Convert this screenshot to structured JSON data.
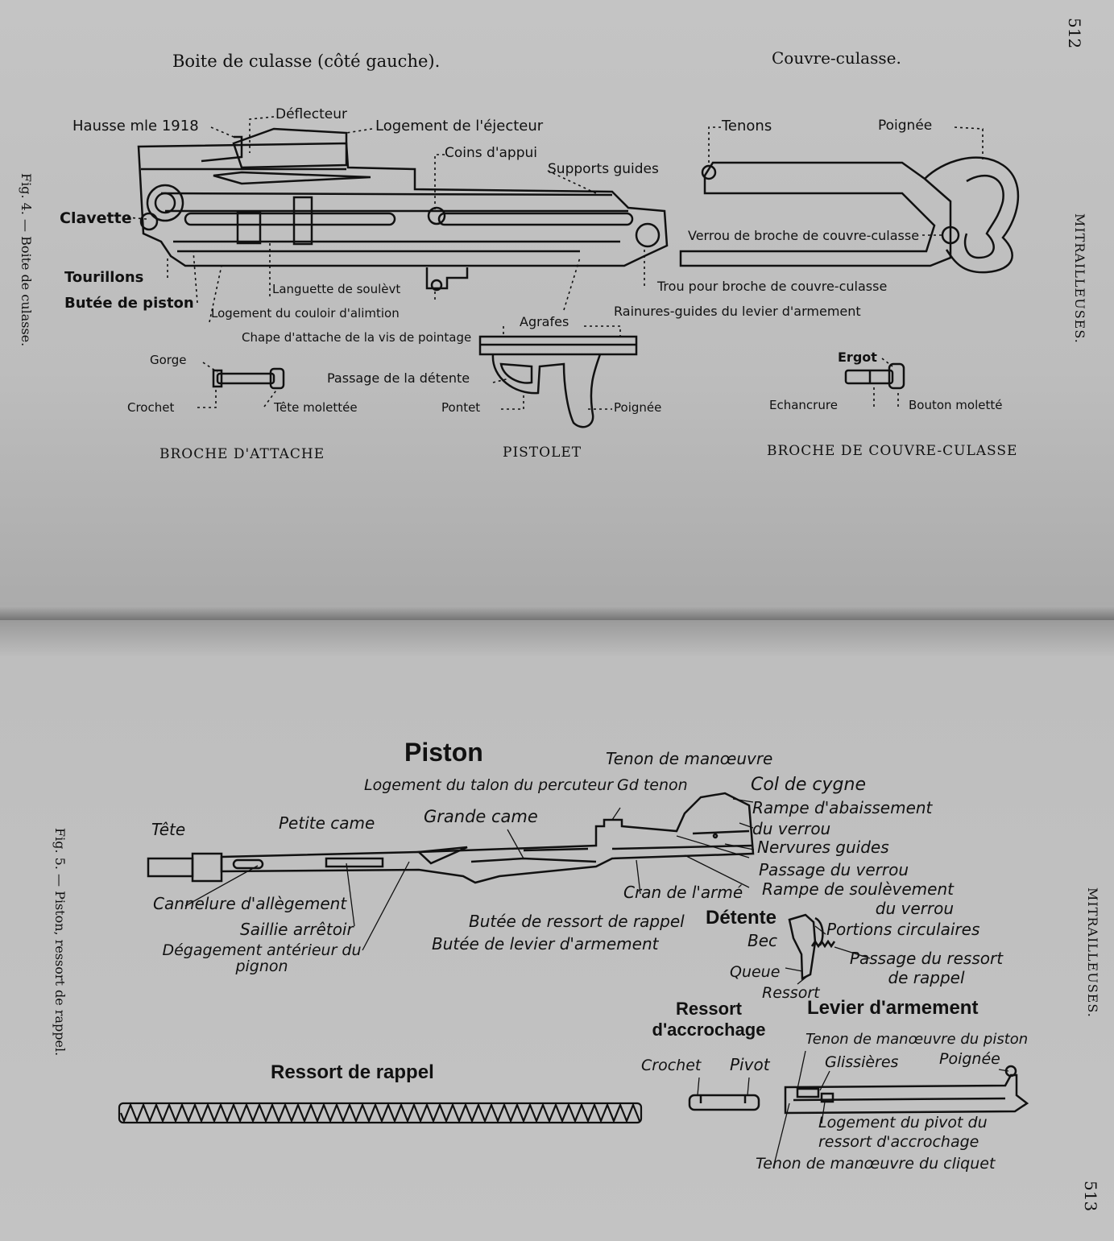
{
  "top": {
    "page_number": "512",
    "running_head": "MITRAILLEUSES.",
    "figure_caption": "Fig. 4. — Boite de culasse.",
    "titles": {
      "receiver": "Boite de culasse (côté gauche).",
      "cover": "Couvre-culasse.",
      "broche_attache": "BROCHE D'ATTACHE",
      "pistolet": "PISTOLET",
      "broche_couvre": "BROCHE DE COUVRE-CULASSE"
    },
    "labels": {
      "hausse": "Hausse mle 1918",
      "deflecteur": "Déflecteur",
      "logement_ejecteur": "Logement de l'éjecteur",
      "coins_appui": "Coins d'appui",
      "supports_guides": "Supports guides",
      "clavette": "Clavette",
      "tourillons": "Tourillons",
      "butee_piston": "Butée de piston",
      "languette": "Languette de soulèvt",
      "logement_couloir": "Logement du couloir d'alimtion",
      "chape": "Chape d'attache de la vis de pointage",
      "tenons": "Tenons",
      "poignee_cover": "Poignée",
      "verrou_broche": "Verrou de broche de couvre-culasse",
      "trou_broche": "Trou pour broche de couvre-culasse",
      "rainures": "Rainures-guides du levier d'armement",
      "agrafes": "Agrafes",
      "gorge": "Gorge",
      "crochet": "Crochet",
      "tete_molettee": "Tête molettée",
      "passage_detente": "Passage de la détente",
      "pontet": "Pontet",
      "poignee_pistolet": "Poignée",
      "ergot": "Ergot",
      "echancrure": "Echancrure",
      "bouton_molette": "Bouton moletté"
    }
  },
  "bottom": {
    "page_number": "513",
    "running_head": "MITRAILLEUSES.",
    "figure_caption": "Fig. 5. — Piston, ressort de rappel.",
    "titles": {
      "piston": "Piston",
      "detente": "Détente",
      "ressort_accrochage": "Ressort d'accrochage",
      "levier": "Levier d'armement",
      "ressort_rappel": "Ressort de rappel"
    },
    "labels": {
      "tenon_manoeuvre": "Tenon de manœuvre",
      "logement_talon": "Logement du talon du percuteur",
      "gd_tenon": "Gd tenon",
      "col_cygne": "Col de cygne",
      "tete": "Tête",
      "petite_came": "Petite came",
      "grande_came": "Grande came",
      "rampe_abaissement": "Rampe d'abaissement du verrou",
      "nervures": "Nervures guides",
      "passage_verrou": "Passage du verrou",
      "cannelure": "Cannelure d'allègement",
      "cran_arme": "Cran de l'armé",
      "rampe_soulevement": "Rampe de soulèvement du verrou",
      "saillie": "Saillie arrêtoir",
      "butee_ressort": "Butée de ressort de rappel",
      "degagement": "Dégagement antérieur du pignon",
      "butee_levier": "Butée de levier d'armement",
      "bec": "Bec",
      "portions": "Portions circulaires",
      "passage_ressort": "Passage du ressort de rappel",
      "queue": "Queue",
      "ressort": "Ressort",
      "tenon_piston": "Tenon de manœuvre du piston",
      "crochet": "Crochet",
      "pivot": "Pivot",
      "glissieres": "Glissières",
      "poignee": "Poignée",
      "logement_pivot": "Logement du pivot du ressort d'accrochage",
      "tenon_cliquet": "Tenon de manœuvre du cliquet"
    }
  }
}
